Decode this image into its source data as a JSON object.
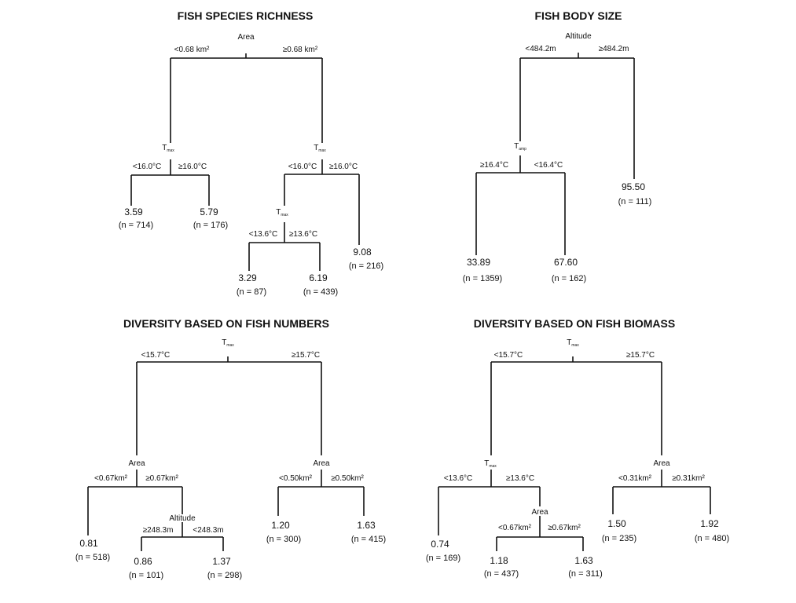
{
  "panels": {
    "richness": {
      "title": "FISH SPECIES RICHNESS",
      "root": {
        "var": "Area",
        "left": "<0.68 km²",
        "right": "≥0.68 km²"
      },
      "n_left": {
        "var": "T",
        "sub": "max",
        "left": "<16.0°C",
        "right": "≥16.0°C"
      },
      "n_right": {
        "var": "T",
        "sub": "max",
        "left": "<16.0°C",
        "right": "≥16.0°C"
      },
      "n_deep": {
        "var": "T",
        "sub": "max",
        "left": "<13.6°C",
        "right": "≥13.6°C"
      },
      "leaves": [
        {
          "value": "3.59",
          "n": "(n = 714)"
        },
        {
          "value": "5.79",
          "n": "(n = 176)"
        },
        {
          "value": "3.29",
          "n": "(n = 87)"
        },
        {
          "value": "6.19",
          "n": "(n = 439)"
        },
        {
          "value": "9.08",
          "n": "(n = 216)"
        }
      ]
    },
    "bodysize": {
      "title": "FISH BODY SIZE",
      "root": {
        "var": "Altitude",
        "left": "<484.2m",
        "right": "≥484.2m"
      },
      "n_left": {
        "var": "T",
        "sub": "amp",
        "left": "≥16.4°C",
        "right": "<16.4°C"
      },
      "leaves": [
        {
          "value": "33.89",
          "n": "(n = 1359)"
        },
        {
          "value": "67.60",
          "n": "(n = 162)"
        },
        {
          "value": "95.50",
          "n": "(n = 111)"
        }
      ]
    },
    "numbers": {
      "title": "DIVERSITY BASED ON FISH NUMBERS",
      "root": {
        "var": "T",
        "sub": "max",
        "left": "<15.7°C",
        "right": "≥15.7°C"
      },
      "n_left": {
        "var": "Area",
        "left": "<0.67km²",
        "right": "≥0.67km²"
      },
      "n_deep": {
        "var": "Altitude",
        "left": "≥248.3m",
        "right": "<248.3m"
      },
      "n_right": {
        "var": "Area",
        "left": "<0.50km²",
        "right": "≥0.50km²"
      },
      "leaves": [
        {
          "value": "0.81",
          "n": "(n = 518)"
        },
        {
          "value": "0.86",
          "n": "(n = 101)"
        },
        {
          "value": "1.37",
          "n": "(n = 298)"
        },
        {
          "value": "1.20",
          "n": "(n = 300)"
        },
        {
          "value": "1.63",
          "n": "(n = 415)"
        }
      ]
    },
    "biomass": {
      "title": "DIVERSITY BASED ON FISH BIOMASS",
      "root": {
        "var": "T",
        "sub": "max",
        "left": "<15.7°C",
        "right": "≥15.7°C"
      },
      "n_left": {
        "var": "T",
        "sub": "max",
        "left": "<13.6°C",
        "right": "≥13.6°C"
      },
      "n_deep": {
        "var": "Area",
        "left": "<0.67km²",
        "right": "≥0.67km²"
      },
      "n_right": {
        "var": "Area",
        "left": "<0.31km²",
        "right": "≥0.31km²"
      },
      "leaves": [
        {
          "value": "0.74",
          "n": "(n = 169)"
        },
        {
          "value": "1.18",
          "n": "(n = 437)"
        },
        {
          "value": "1.63",
          "n": "(n = 311)"
        },
        {
          "value": "1.50",
          "n": "(n = 235)"
        },
        {
          "value": "1.92",
          "n": "(n = 480)"
        }
      ]
    }
  }
}
